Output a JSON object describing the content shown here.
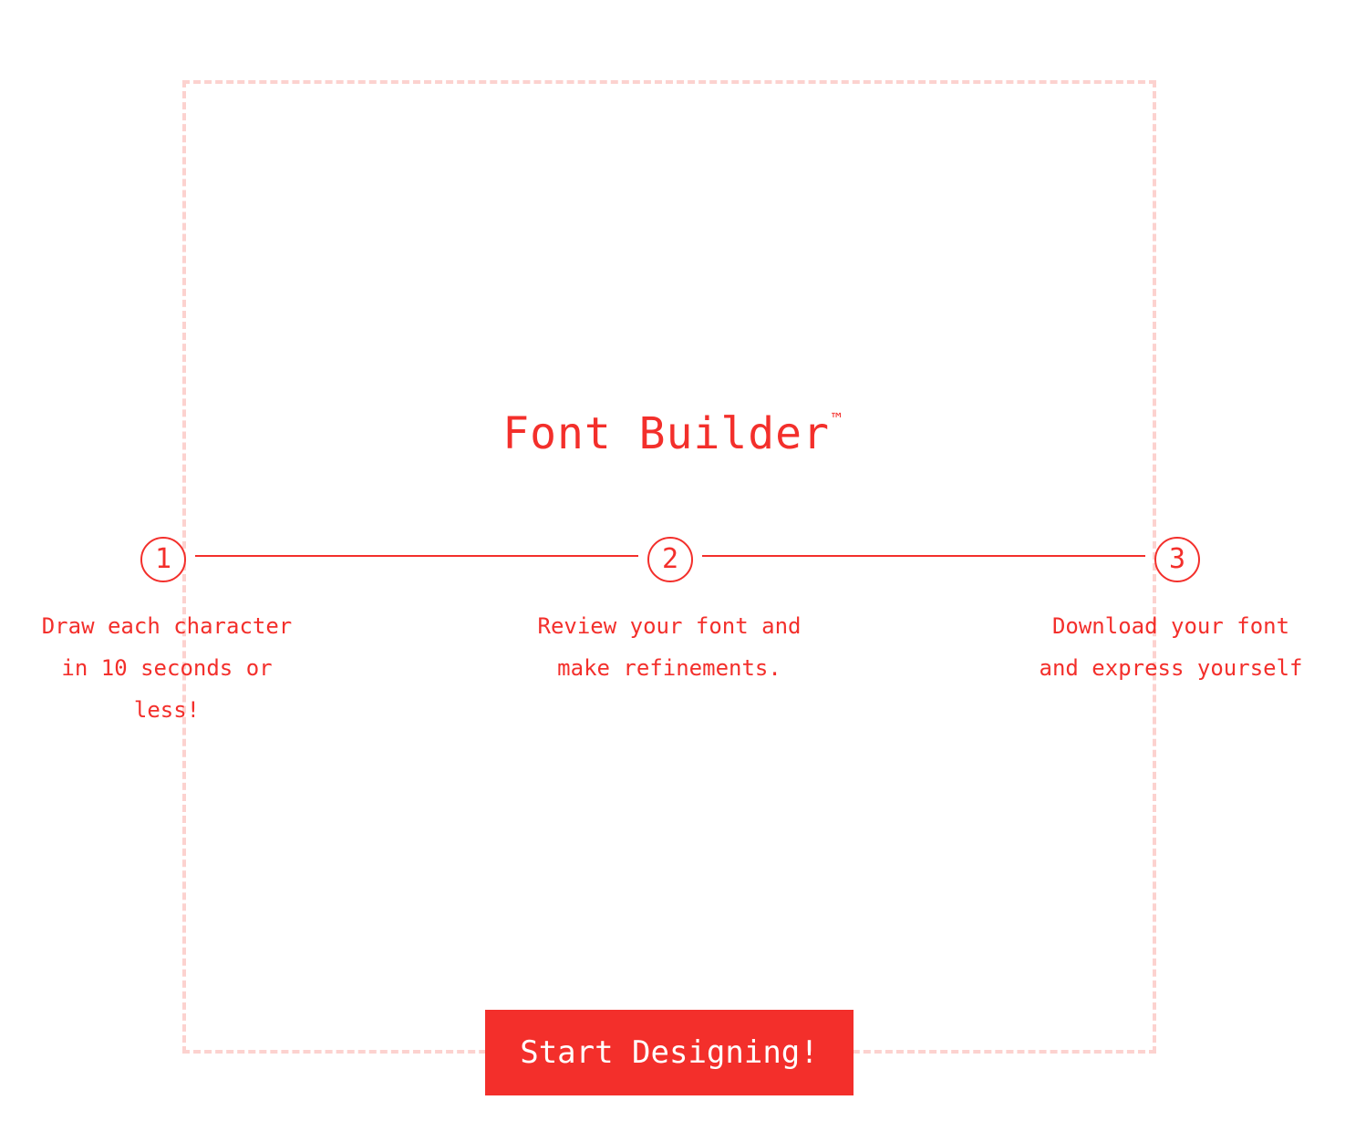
{
  "title": "Font Builder",
  "title_mark": "™",
  "steps": [
    {
      "number": "1",
      "description": "Draw each character in 10 seconds or less!"
    },
    {
      "number": "2",
      "description": "Review your font and make refinements."
    },
    {
      "number": "3",
      "description": "Download your font and express yourself"
    }
  ],
  "cta_label": "Start Designing!",
  "colors": {
    "accent": "#f32f2b",
    "guide": "#fcd2cf",
    "background": "#ffffff"
  }
}
